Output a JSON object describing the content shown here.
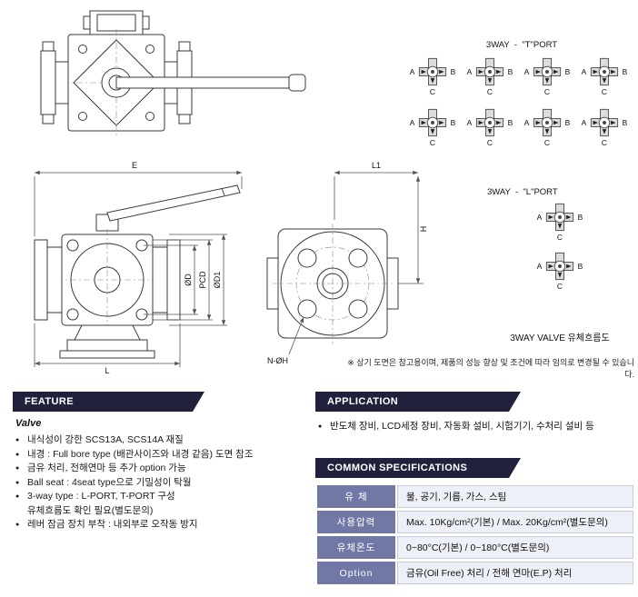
{
  "flow": {
    "t_port_title": "3WAY  -  \"T\"PORT",
    "l_port_title": "3WAY  -  \"L\"PORT",
    "caption": "3WAY VALVE 유체흐름도",
    "port_a": "A",
    "port_b": "B",
    "port_c": "C"
  },
  "dims": {
    "e": "E",
    "l1": "L1",
    "h": "H",
    "d": "ØD",
    "pcd": "PCD",
    "d1": "ØD1",
    "l": "L",
    "n_h": "N-ØH"
  },
  "note": "※ 상기 도면은 참고용이며, 제품의 성능 향상 및 조건에 따라 임의로 변경될 수 있습니다.",
  "bullet": "●",
  "feature": {
    "title": "FEATURE",
    "subtitle": "Valve",
    "items": [
      {
        "text": "내식성이 강한 SCS13A, SCS14A 재질"
      },
      {
        "text": "내경 : Full bore type (배관사이즈와 내경 같음) 도면 참조"
      },
      {
        "text": "금유 처리, 전해연마 등 추가 option 가능"
      },
      {
        "text": "Ball seat : 4seat type으로 기밀성이 탁월"
      },
      {
        "text": "3-way type : L-PORT, T-PORT 구성"
      },
      {
        "text": "유체흐름도 확인 필요(별도문의)"
      },
      {
        "text": "레버 잠금 장치 부착 : 내외부로 오작동 방지"
      }
    ]
  },
  "application": {
    "title": "APPLICATION",
    "text": "반도체 장비, LCD세정 장비, 자동화 설비, 시험기기, 수처리 설비 등"
  },
  "specs": {
    "title": "COMMON SPECIFICATIONS",
    "rows": [
      {
        "label": "유 체",
        "value": "물, 공기, 기름, 가스, 스팀"
      },
      {
        "label": "사용압력",
        "value": "Max. 10Kg/cm²(기본) / Max. 20Kg/cm²(별도문의)"
      },
      {
        "label": "유체온도",
        "value": "0~80°C(기본) / 0~180°C(별도문의)"
      },
      {
        "label": "Option",
        "value": "금유(Oil Free) 처리 / 전해 연마(E.P) 처리"
      }
    ]
  }
}
